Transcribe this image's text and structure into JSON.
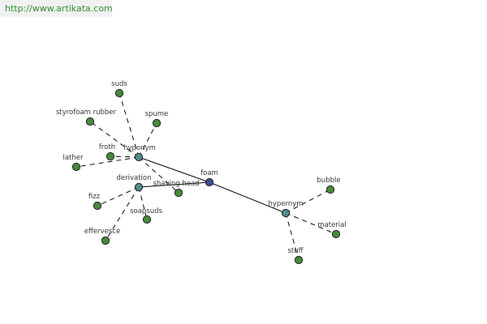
{
  "site": {
    "url_text": "http://www.artikata.com"
  },
  "colors": {
    "leaf": "#4a8a3c",
    "relation": "#4e8e90",
    "center": "#3d4f94"
  },
  "graph": {
    "center": {
      "label": "foam"
    },
    "relations": [
      {
        "label": "hyponym",
        "members": [
          "suds",
          "styrofoam rubber",
          "spume",
          "froth",
          "lather",
          "shaving head"
        ]
      },
      {
        "label": "derivation",
        "members": [
          "fizz",
          "soapsuds",
          "effervesce"
        ]
      },
      {
        "label": "hypernym",
        "members": [
          "bubble",
          "material",
          "stuff"
        ]
      }
    ]
  }
}
